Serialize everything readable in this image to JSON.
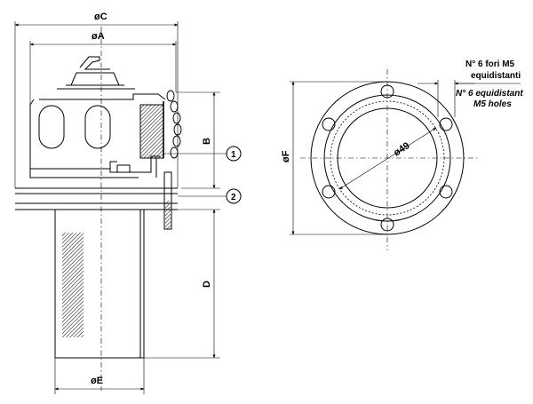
{
  "dimensions": {
    "dia_c": "øC",
    "dia_a": "øA",
    "height_b": "B",
    "height_d": "D",
    "dia_e": "øE",
    "dia_f": "øF",
    "bolt_circle": "ø49"
  },
  "callouts": {
    "item_1": "1",
    "item_2": "2"
  },
  "note": {
    "it_line1": "N° 6 fori M5",
    "it_line2": "equidistanti",
    "en_line1": "N° 6 equidistant",
    "en_line2": "M5 holes"
  }
}
